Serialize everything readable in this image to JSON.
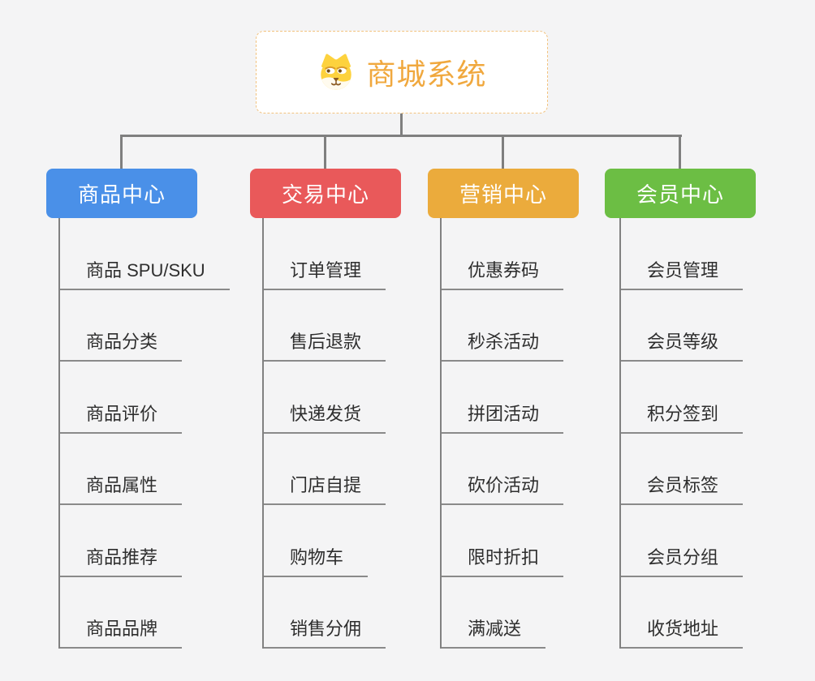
{
  "app": {
    "type": "mindmap",
    "background_color": "#f4f4f5",
    "connector_color": "#7f7f7f"
  },
  "root": {
    "title": "商城系统",
    "icon": "dog-face-icon",
    "text_color": "#f0a83e",
    "border_color": "#f2c27e"
  },
  "branches": [
    {
      "label": "商品中心",
      "color": "#4a90e8",
      "items": [
        "商品 SPU/SKU",
        "商品分类",
        "商品评价",
        "商品属性",
        "商品推荐",
        "商品品牌"
      ]
    },
    {
      "label": "交易中心",
      "color": "#e9595a",
      "items": [
        "订单管理",
        "售后退款",
        "快递发货",
        "门店自提",
        "购物车",
        "销售分佣"
      ]
    },
    {
      "label": "营销中心",
      "color": "#ebab3c",
      "items": [
        "优惠券码",
        "秒杀活动",
        "拼团活动",
        "砍价活动",
        "限时折扣",
        "满减送"
      ]
    },
    {
      "label": "会员中心",
      "color": "#6cbe44",
      "items": [
        "会员管理",
        "会员等级",
        "积分签到",
        "会员标签",
        "会员分组",
        "收货地址"
      ]
    }
  ]
}
